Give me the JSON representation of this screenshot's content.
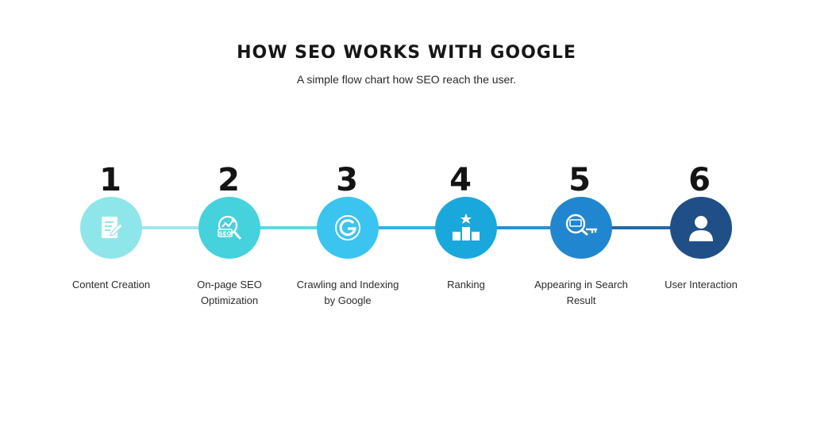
{
  "header": {
    "title": "HOW SEO WORKS WITH GOOGLE",
    "subtitle": "A simple flow chart how SEO reach the user."
  },
  "steps": [
    {
      "number": "1",
      "label": "Content Creation",
      "color": "#8fe6ea",
      "icon": "document-edit-icon"
    },
    {
      "number": "2",
      "label": "On-page SEO Optimization",
      "color": "#45d2dc",
      "icon": "seo-magnifier-icon"
    },
    {
      "number": "3",
      "label": "Crawling and Indexing by Google",
      "color": "#3bc4f0",
      "icon": "google-g-icon"
    },
    {
      "number": "4",
      "label": "Ranking",
      "color": "#1aa8dc",
      "icon": "ranking-podium-icon"
    },
    {
      "number": "5",
      "label": "Appearing in Search Result",
      "color": "#2186d0",
      "icon": "search-key-icon"
    },
    {
      "number": "6",
      "label": "User Interaction",
      "color": "#1f4f86",
      "icon": "user-icon"
    }
  ]
}
